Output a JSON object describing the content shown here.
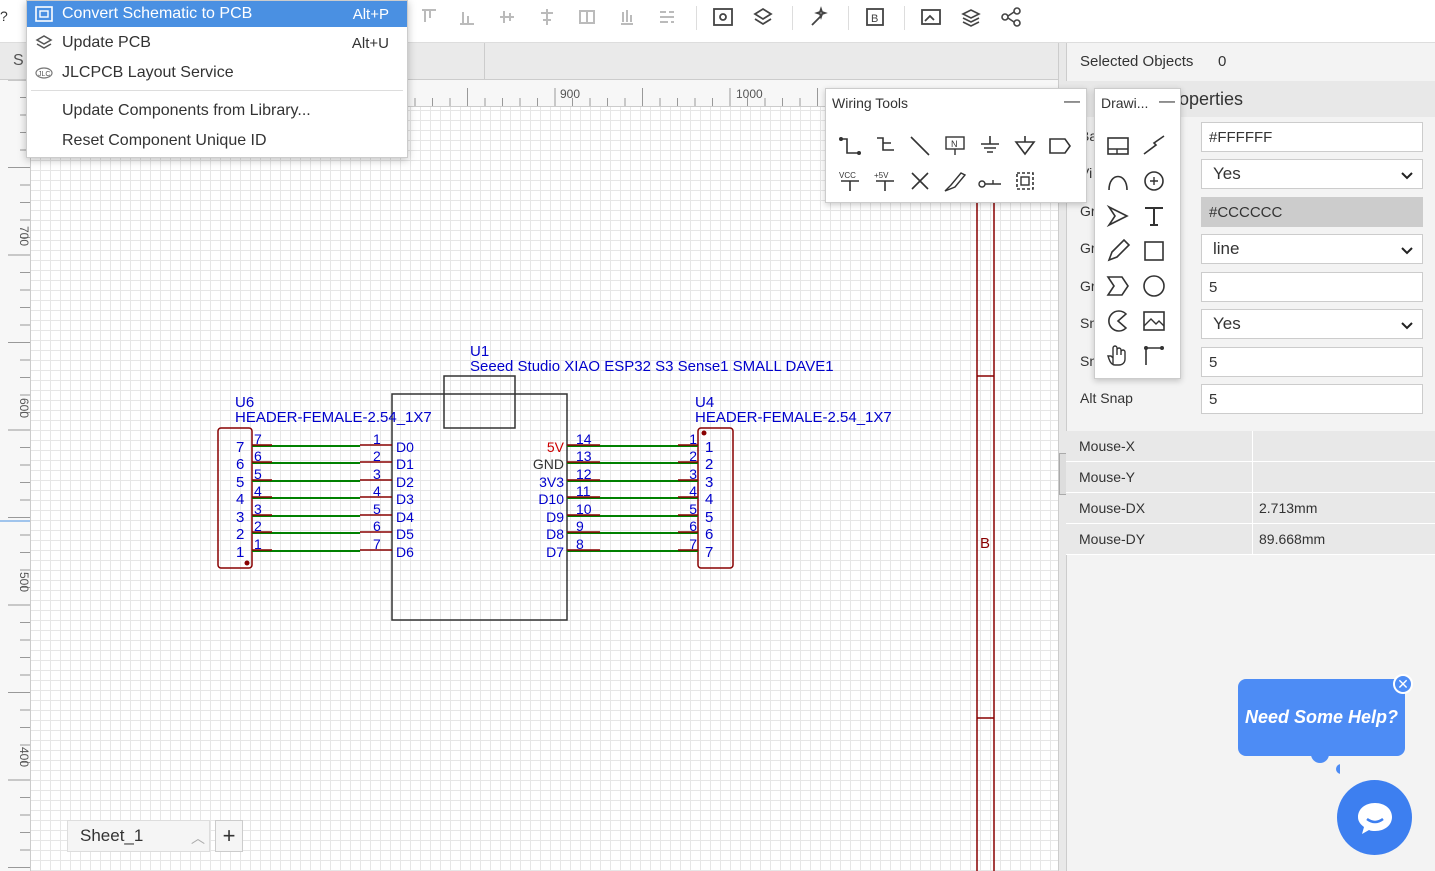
{
  "menu": {
    "items": [
      {
        "label": "Convert Schematic to PCB",
        "shortcut": "Alt+P",
        "icon": "convert-pcb-icon",
        "active": true
      },
      {
        "label": "Update PCB",
        "shortcut": "Alt+U",
        "icon": "update-pcb-icon"
      },
      {
        "label": "JLCPCB Layout Service",
        "shortcut": "",
        "icon": "jlcpcb-icon"
      },
      {
        "label": "Update Components from Library...",
        "shortcut": ""
      },
      {
        "label": "Reset Component Unique ID",
        "shortcut": ""
      }
    ]
  },
  "tabs": {
    "left_label": "S"
  },
  "ruler": {
    "top_ticks": [
      "900",
      "1000"
    ],
    "left_ticks": [
      "700",
      "600",
      "500",
      "400"
    ]
  },
  "wiring_tools": {
    "title": "Wiring Tools",
    "minimize": "—"
  },
  "drawing_tools": {
    "title": "Drawi...",
    "minimize": "—"
  },
  "properties": {
    "selected_label": "Selected Objects",
    "selected_count": "0",
    "header": "operties",
    "rows": [
      {
        "label": "Ba",
        "value": "#FFFFFF",
        "type": "text"
      },
      {
        "label": "Vi",
        "value": "Yes",
        "type": "select"
      },
      {
        "label": "Gr",
        "value": "#CCCCCC",
        "type": "color"
      },
      {
        "label": "Gr",
        "value": "line",
        "type": "select"
      },
      {
        "label": "Gr",
        "value": "5",
        "type": "text"
      },
      {
        "label": "Sn",
        "value": "Yes",
        "type": "select"
      },
      {
        "label": "Sn",
        "value": "5",
        "type": "text"
      },
      {
        "label": "Alt Snap",
        "value": "5",
        "type": "text"
      }
    ]
  },
  "mouse": [
    {
      "key": "Mouse-X",
      "value": ""
    },
    {
      "key": "Mouse-Y",
      "value": ""
    },
    {
      "key": "Mouse-DX",
      "value": "2.713mm"
    },
    {
      "key": "Mouse-DY",
      "value": "89.668mm"
    }
  ],
  "schematic": {
    "u1_ref": "U1",
    "u1_name": "Seeed Studio XIAO ESP32 S3 Sense1 SMALL DAVE1",
    "u6_ref": "U6",
    "u6_name": "HEADER-FEMALE-2.54_1X7",
    "u4_ref": "U4",
    "u4_name": "HEADER-FEMALE-2.54_1X7",
    "u1_left_pins": [
      {
        "num": "1",
        "name": "D0"
      },
      {
        "num": "2",
        "name": "D1"
      },
      {
        "num": "3",
        "name": "D2"
      },
      {
        "num": "4",
        "name": "D3"
      },
      {
        "num": "5",
        "name": "D4"
      },
      {
        "num": "6",
        "name": "D5"
      },
      {
        "num": "7",
        "name": "D6"
      }
    ],
    "u1_right_pins": [
      {
        "num": "14",
        "name": "5V"
      },
      {
        "num": "13",
        "name": "GND"
      },
      {
        "num": "12",
        "name": "3V3"
      },
      {
        "num": "11",
        "name": "D10"
      },
      {
        "num": "10",
        "name": "D9"
      },
      {
        "num": "9",
        "name": "D8"
      },
      {
        "num": "8",
        "name": "D7"
      }
    ],
    "u6_pins": [
      "7",
      "6",
      "5",
      "4",
      "3",
      "2",
      "1"
    ],
    "u4_pins": [
      "1",
      "2",
      "3",
      "4",
      "5",
      "6",
      "7"
    ],
    "frame_label": "B",
    "colors": {
      "wire": "#008000",
      "pin": "#880000",
      "text": "#0000cc",
      "power": "#cc0000"
    }
  },
  "sheet": {
    "label": "Sheet_1",
    "add": "+"
  },
  "help": {
    "label": "Need Some Help?",
    "close": "✕"
  }
}
